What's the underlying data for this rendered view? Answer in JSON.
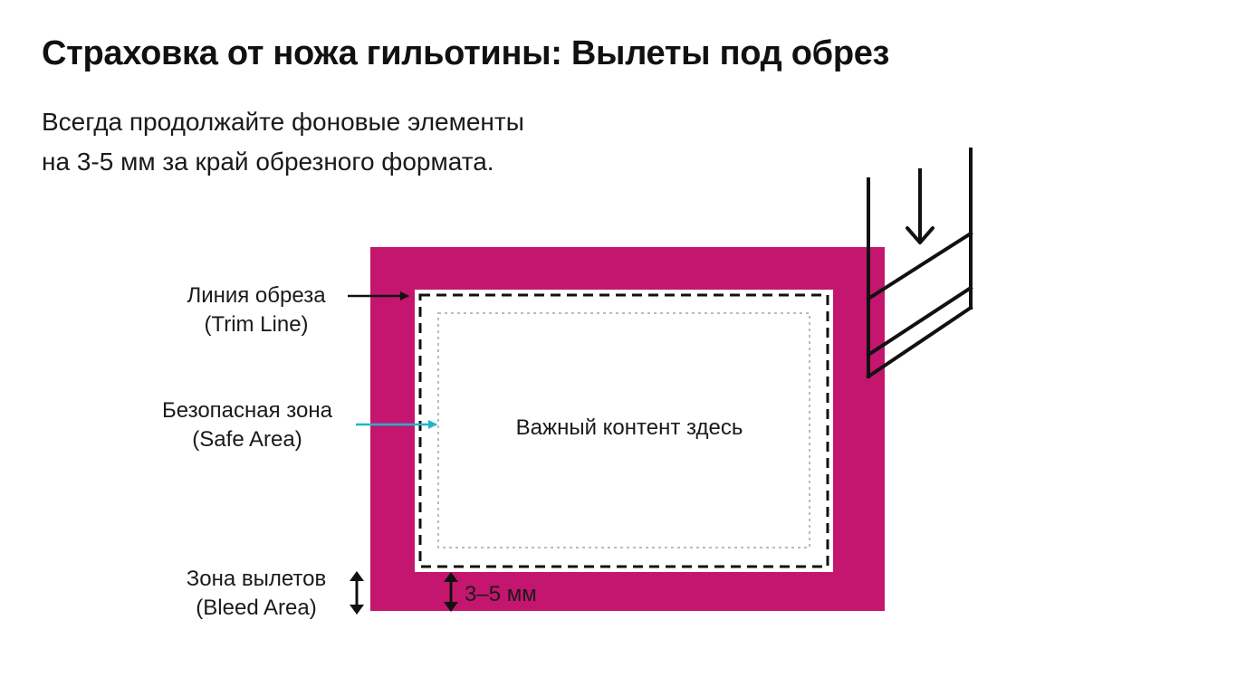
{
  "title": "Страховка от ножа гильотины: Вылеты под обрез",
  "subtitle": {
    "line1": "Всегда продолжайте фоновые элементы",
    "line2": "на 3-5 мм за край обрезного формата."
  },
  "labels": {
    "trim_line": {
      "ru": "Линия обреза",
      "en": "(Trim Line)"
    },
    "safe_area": {
      "ru": "Безопасная зона",
      "en": "(Safe Area)"
    },
    "bleed_area": {
      "ru": "Зона вылетов",
      "en": "(Bleed Area)"
    }
  },
  "content_text": "Важный контент здесь",
  "bleed_size": "3–5 мм",
  "colors": {
    "bleed": "#c4166f",
    "safe_arrow": "#22b4cc",
    "safe_line": "#bbbbbb",
    "trim_line": "#111111"
  },
  "icons": {
    "guillotine": "guillotine-blade-icon",
    "bleed_arrow": "double-vertical-arrow-icon"
  }
}
